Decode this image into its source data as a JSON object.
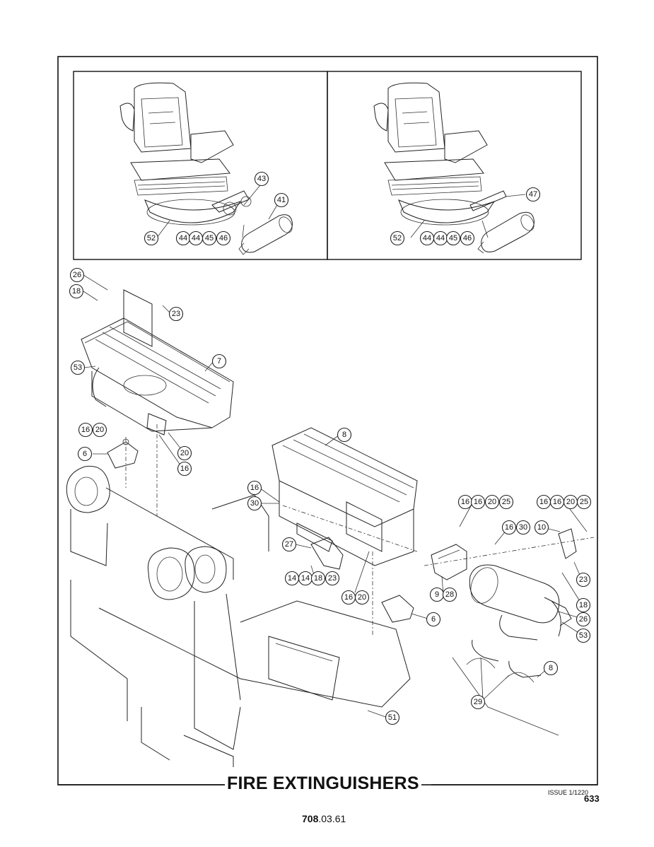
{
  "title": "FIRE EXTINGUISHERS",
  "issue": "ISSUE 1/1220",
  "page_number": "633",
  "doc_number": {
    "bold": "708",
    "rest": ".03.61"
  },
  "callouts": {
    "left_inset": [
      "43",
      "41",
      "52",
      "44",
      "44",
      "45",
      "46"
    ],
    "right_inset": [
      "47",
      "52",
      "44",
      "44",
      "45",
      "46"
    ],
    "main": [
      "26",
      "18",
      "23",
      "7",
      "53",
      "16",
      "20",
      "6",
      "20",
      "16",
      "8",
      "16",
      "30",
      "27",
      "14",
      "14",
      "18",
      "23",
      "16",
      "20",
      "6",
      "16",
      "16",
      "20",
      "25",
      "16",
      "30",
      "16",
      "16",
      "20",
      "25",
      "10",
      "9",
      "28",
      "23",
      "18",
      "26",
      "53",
      "8",
      "29",
      "51"
    ]
  }
}
